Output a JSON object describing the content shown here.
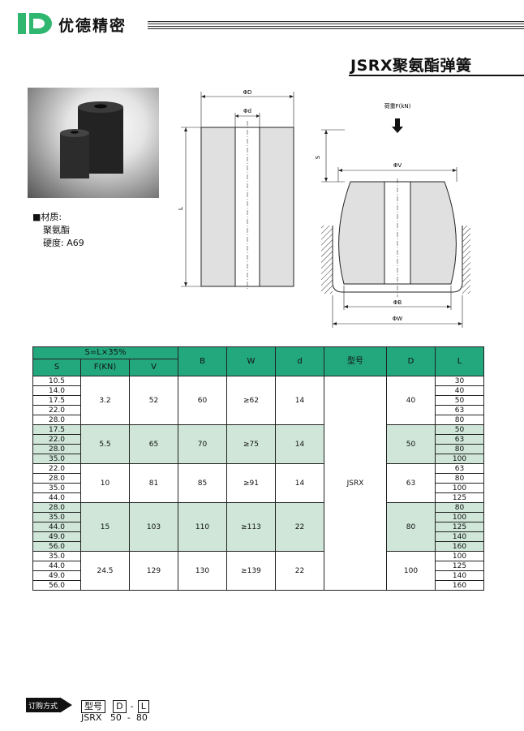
{
  "header": {
    "brand": "优德精密",
    "title": "JSRX聚氨酯弹簧"
  },
  "material": {
    "label": "■材质:",
    "value": "聚氨酯",
    "hardness": "硬度: A69"
  },
  "diagram": {
    "left": {
      "phiD": "ΦD",
      "phid": "Φd",
      "L": "L"
    },
    "right": {
      "load": "荷重F(kN)",
      "S": "S",
      "phiV": "ΦV",
      "phiB": "ΦB",
      "phiW": "ΦW"
    }
  },
  "table": {
    "group_header": "S=L×35%",
    "headers": {
      "S": "S",
      "F": "F(KN)",
      "V": "V",
      "B": "B",
      "W": "W",
      "d": "d",
      "model": "型号",
      "D": "D",
      "L": "L"
    },
    "model": "JSRX",
    "groups": [
      {
        "F": "3.2",
        "V": "52",
        "B": "60",
        "W": "≥62",
        "d": "14",
        "D": "40",
        "S": [
          "10.5",
          "14.0",
          "17.5",
          "22.0",
          "28.0"
        ],
        "L": [
          "30",
          "40",
          "50",
          "63",
          "80"
        ]
      },
      {
        "F": "5.5",
        "V": "65",
        "B": "70",
        "W": "≥75",
        "d": "14",
        "D": "50",
        "S": [
          "17.5",
          "22.0",
          "28.0",
          "35.0"
        ],
        "L": [
          "50",
          "63",
          "80",
          "100"
        ]
      },
      {
        "F": "10",
        "V": "81",
        "B": "85",
        "W": "≥91",
        "d": "14",
        "D": "63",
        "S": [
          "22.0",
          "28.0",
          "35.0",
          "44.0"
        ],
        "L": [
          "63",
          "80",
          "100",
          "125"
        ]
      },
      {
        "F": "15",
        "V": "103",
        "B": "110",
        "W": "≥113",
        "d": "22",
        "D": "80",
        "S": [
          "28.0",
          "35.0",
          "44.0",
          "49.0",
          "56.0"
        ],
        "L": [
          "80",
          "100",
          "125",
          "140",
          "160"
        ]
      },
      {
        "F": "24.5",
        "V": "129",
        "B": "130",
        "W": "≥139",
        "d": "22",
        "D": "100",
        "S": [
          "35.0",
          "44.0",
          "49.0",
          "56.0"
        ],
        "L": [
          "100",
          "125",
          "140",
          "160"
        ]
      }
    ]
  },
  "order": {
    "badge": "订购方式",
    "model_label": "型号",
    "d_label": "D",
    "dash": "-",
    "l_label": "L",
    "example": "JSRX   50  -  80"
  },
  "colors": {
    "accent": "#23a77d",
    "shade": "#cfe6d9"
  }
}
